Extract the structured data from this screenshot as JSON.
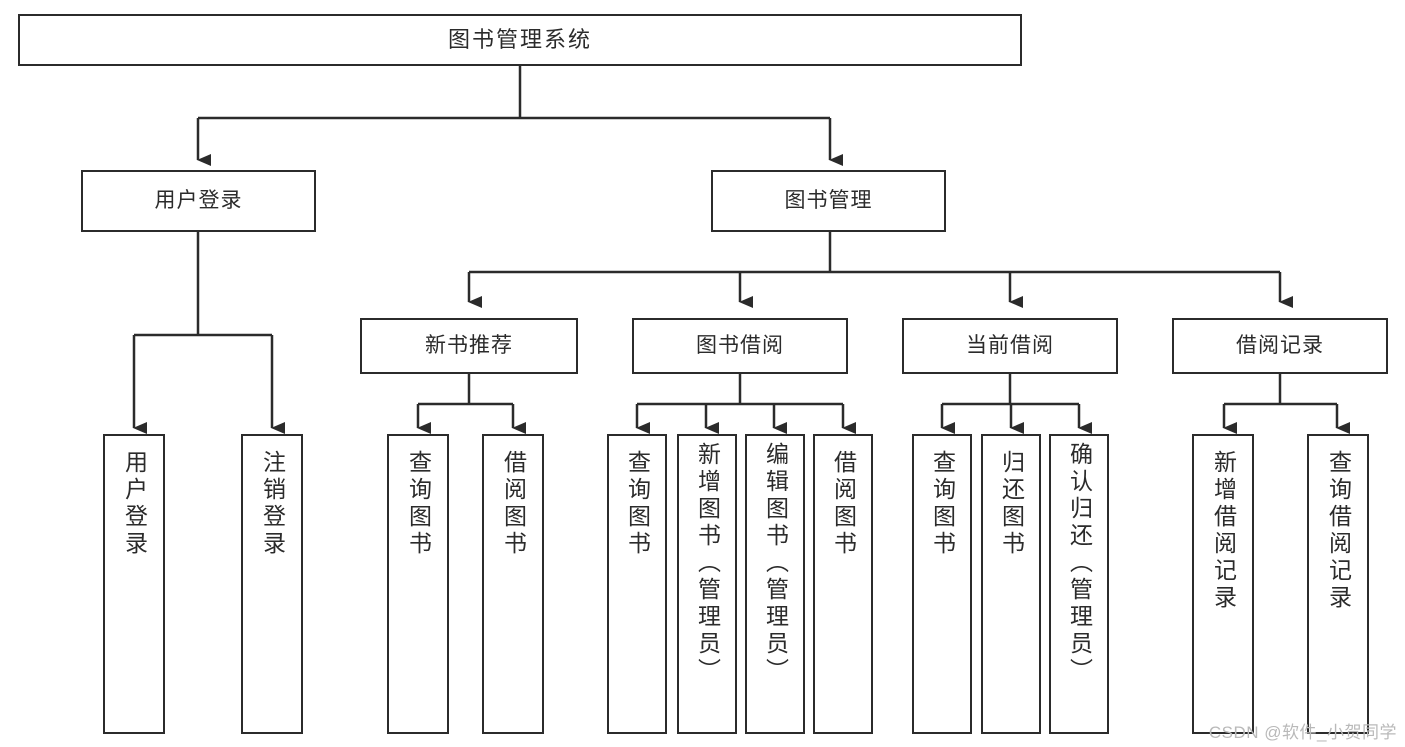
{
  "diagram": {
    "title": "图书管理系统",
    "type": "tree-hierarchy-chart",
    "colors": {
      "stroke": "#2b2b2b",
      "fill": "#ffffff",
      "text": "#2b2b2b",
      "watermark": "#b9b9b9"
    },
    "root": {
      "label": "图书管理系统"
    },
    "level2": [
      {
        "label": "用户登录"
      },
      {
        "label": "图书管理"
      }
    ],
    "level3": [
      {
        "label": "新书推荐"
      },
      {
        "label": "图书借阅"
      },
      {
        "label": "当前借阅"
      },
      {
        "label": "借阅记录"
      }
    ],
    "leaves": {
      "user_login": [
        {
          "label": "用户登录"
        },
        {
          "label": "注销登录"
        }
      ],
      "new_book_recommend": [
        {
          "label": "查询图书"
        },
        {
          "label": "借阅图书"
        }
      ],
      "book_borrow": [
        {
          "label": "查询图书"
        },
        {
          "label": "新增图书（管理员）"
        },
        {
          "label": "编辑图书（管理员）"
        },
        {
          "label": "借阅图书"
        }
      ],
      "current_borrow": [
        {
          "label": "查询图书"
        },
        {
          "label": "归还图书"
        },
        {
          "label": "确认归还（管理员）"
        }
      ],
      "borrow_record": [
        {
          "label": "新增借阅记录"
        },
        {
          "label": "查询借阅记录"
        }
      ]
    }
  },
  "watermark": {
    "text": "CSDN @软件_小贺同学"
  }
}
